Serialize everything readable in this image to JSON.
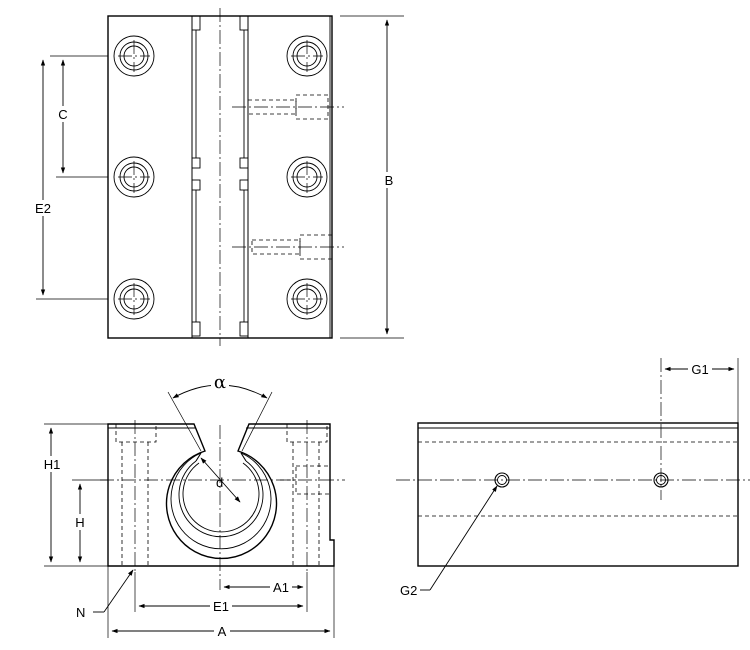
{
  "labels": {
    "C": "C",
    "E2": "E2",
    "B": "B",
    "alpha": "α",
    "d": "d",
    "H1": "H1",
    "H": "H",
    "A1": "A1",
    "E1": "E1",
    "A": "A",
    "N": "N",
    "G1": "G1",
    "G2": "G2"
  }
}
